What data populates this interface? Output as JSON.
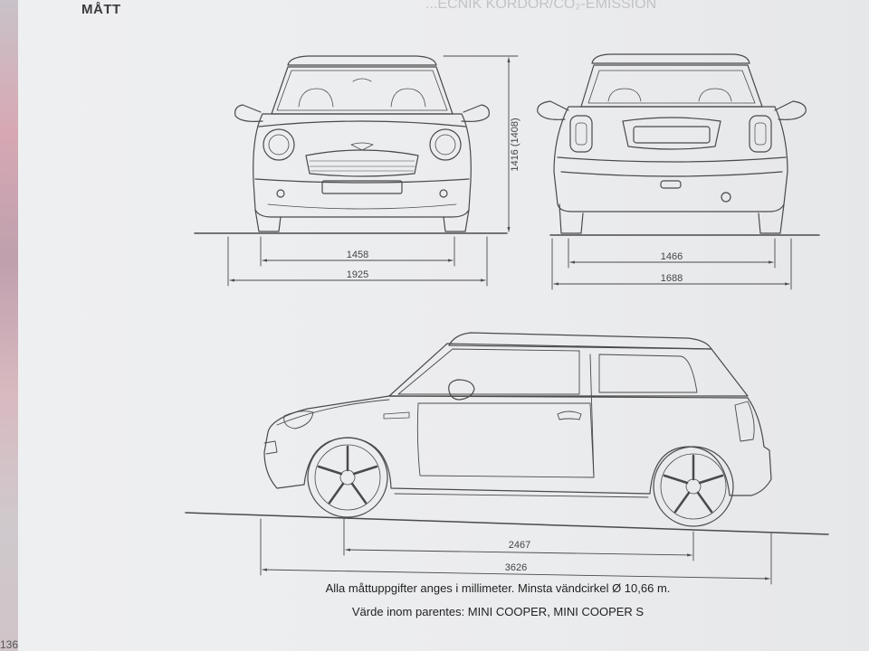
{
  "section_title": "MÅTT",
  "background_heading": "...ECNIK KORDOR/CO₂-EMISSION",
  "dimensions": {
    "height": "1416 (1408)",
    "front_track": "1458",
    "front_width": "1925",
    "rear_track": "1466",
    "rear_width": "1688",
    "wheelbase": "2467",
    "length": "3626"
  },
  "caption": {
    "line1": "Alla måttuppgifter anges i millimeter. Minsta vändcirkel Ø 10,66 m.",
    "line2": "Värde inom parentes: MINI COOPER, MINI COOPER S"
  },
  "page_number": "136",
  "colors": {
    "line": "#4a4a4a",
    "paper": "#eeeff1"
  }
}
